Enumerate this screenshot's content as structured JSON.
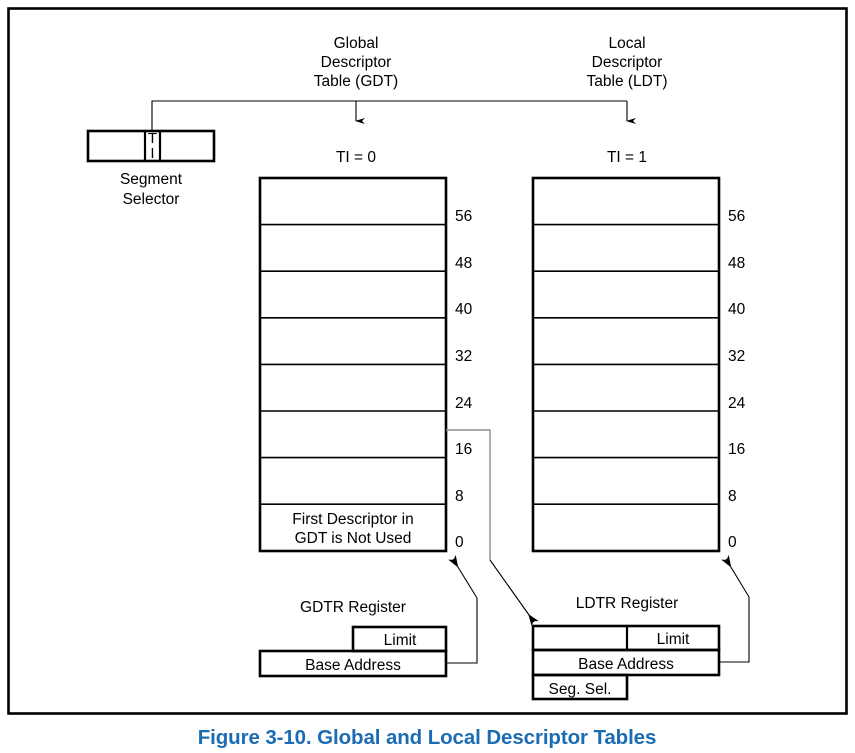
{
  "figure": {
    "caption": "Figure 3-10.  Global and Local Descriptor Tables",
    "caption_color": "#1C6CB4"
  },
  "headings": {
    "gdt": [
      "Global",
      "Descriptor",
      "Table (GDT)"
    ],
    "ldt": [
      "Local",
      "Descriptor",
      "Table (LDT)"
    ]
  },
  "selector": {
    "label_line1": "Segment",
    "label_line2": "Selector",
    "ti_letter_top": "T",
    "ti_letter_bottom": "I"
  },
  "ti_flags": {
    "gdt": "TI = 0",
    "ldt": "TI = 1"
  },
  "gdt_table": {
    "offsets": [
      "56",
      "48",
      "40",
      "32",
      "24",
      "16",
      "8",
      "0"
    ],
    "first_row_text_line1": "First Descriptor in",
    "first_row_text_line2": "GDT is Not Used"
  },
  "ldt_table": {
    "offsets": [
      "56",
      "48",
      "40",
      "32",
      "24",
      "16",
      "8",
      "0"
    ]
  },
  "gdtr": {
    "title": "GDTR Register",
    "limit_label": "Limit",
    "base_label": "Base Address"
  },
  "ldtr": {
    "title": "LDTR Register",
    "limit_label": "Limit",
    "base_label": "Base Address",
    "segsel_label": "Seg. Sel."
  }
}
